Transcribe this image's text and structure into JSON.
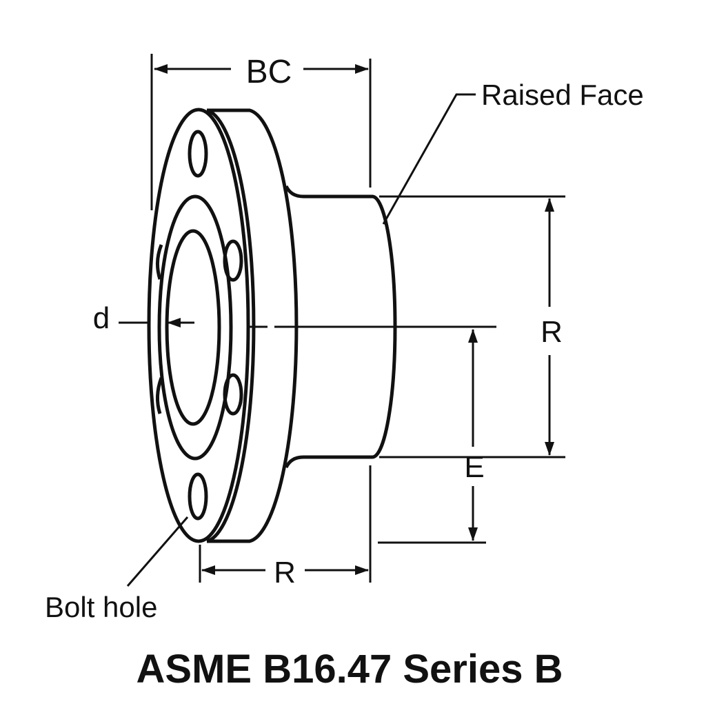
{
  "title": "ASME B16.47 Series B",
  "labels": {
    "bc": "BC",
    "raised_face": "Raised Face",
    "r_vertical": "R",
    "e": "E",
    "r_horizontal": "R",
    "d": "d",
    "bolt_hole": "Bolt hole"
  },
  "colors": {
    "ink": "#111111",
    "background": "#ffffff"
  }
}
